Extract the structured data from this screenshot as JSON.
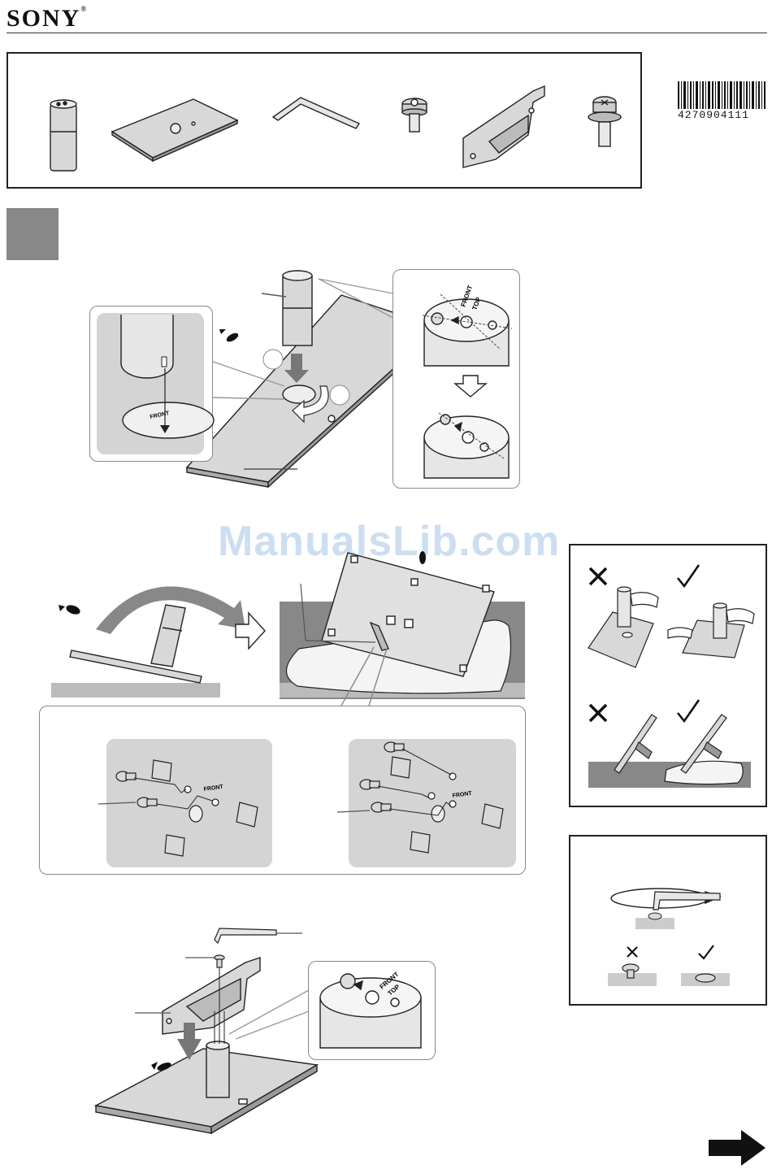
{
  "header": {
    "brand": "SONY",
    "brand_mark": "®"
  },
  "barcode": {
    "number": "4270904111"
  },
  "step1": {
    "callout_a_front": "FRONT",
    "callout_a_top": "TOP",
    "inset_front": "FRONT"
  },
  "step2": {
    "left_front": "FRONT",
    "right_front": "FRONT"
  },
  "step3": {
    "callout_front": "FRONT",
    "callout_top": "TOP"
  },
  "watermark": "ManualsLib.com",
  "colors": {
    "panel_gray": "#d4d4d4",
    "dark_gray": "#888888",
    "arrow_gray": "#777777",
    "watermark": "#bcd3ec"
  },
  "icons": {
    "correct": "check-mark-icon",
    "incorrect": "cross-mark-icon",
    "next": "next-page-arrow-icon"
  }
}
